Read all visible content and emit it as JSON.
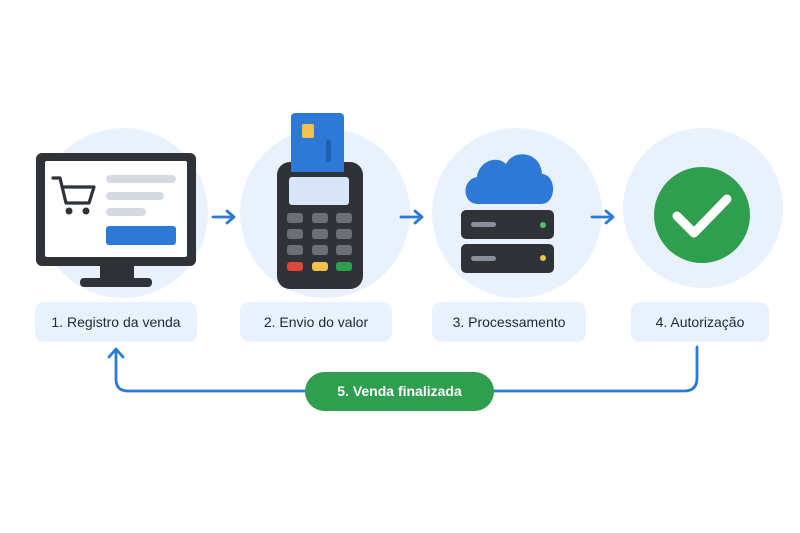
{
  "steps": [
    {
      "label": "1. Registro da venda"
    },
    {
      "label": "2. Envio do valor"
    },
    {
      "label": "3. Processamento"
    },
    {
      "label": "4. Autorização"
    }
  ],
  "final_step": {
    "label": "5. Venda finalizada"
  },
  "colors": {
    "accent_blue": "#2d7ad6",
    "circle_bg": "#e8f1fc",
    "success_green": "#2f9e4f",
    "device_dark": "#2f3338"
  },
  "icons": [
    "monitor-cart-icon",
    "card-terminal-icon",
    "cloud-server-icon",
    "checkmark-icon",
    "arrow-right-icon",
    "return-arrow-icon"
  ]
}
